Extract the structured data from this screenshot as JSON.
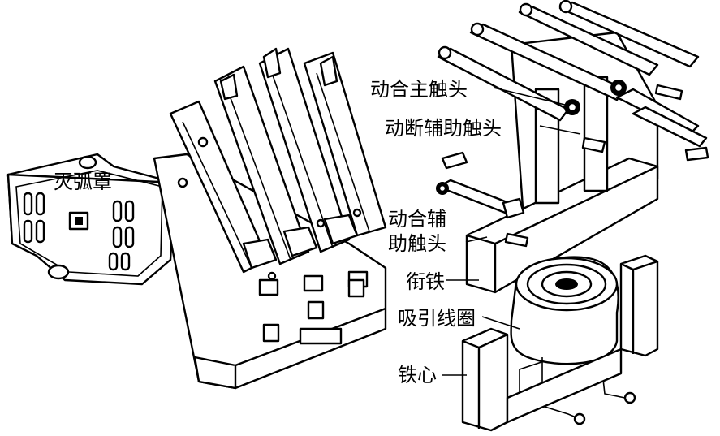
{
  "labels": {
    "arc_chute": "灭弧罩",
    "main_contact": "动合主触头",
    "nc_aux_contact": "动断辅助触头",
    "no_aux_contact_line1": "动合辅",
    "no_aux_contact_line2": "助触头",
    "armature": "衔铁",
    "coil": "吸引线圈",
    "iron_core": "铁心"
  }
}
